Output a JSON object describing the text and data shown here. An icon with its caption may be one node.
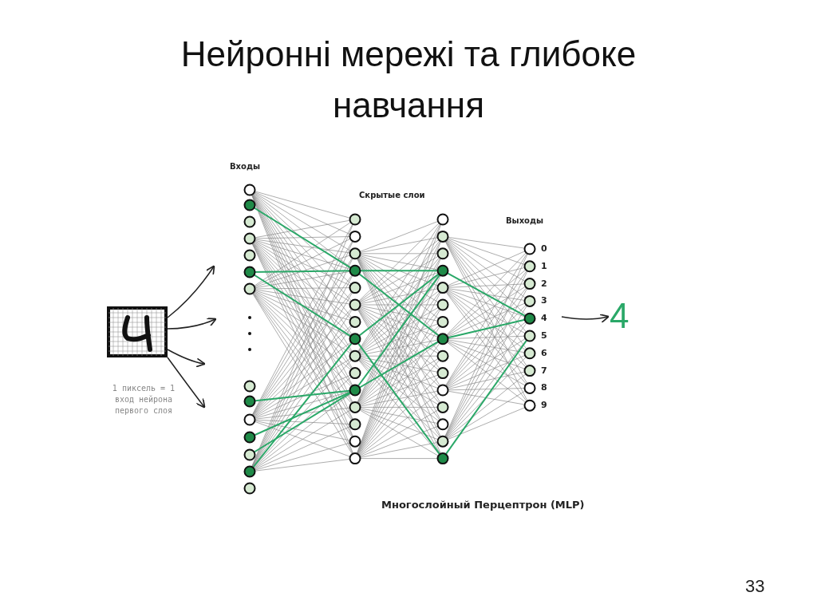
{
  "diagram": {
    "title": "Нейронні мережі та глибоке навчання",
    "nodes": [
      {
        "text": [],
        "shape": "picture",
        "beside": [
          "1 пиксель = 1 вход нейрона первого слоя"
        ]
      },
      {
        "text": [
          "4"
        ]
      }
    ],
    "edges": [
      {
        "from": 0,
        "to": null,
        "arrow": "to"
      },
      {
        "from": 0,
        "to": null,
        "arrow": "to"
      },
      {
        "from": 0,
        "to": null,
        "arrow": "to"
      },
      {
        "from": 0,
        "to": null,
        "arrow": "to"
      },
      {
        "from": null,
        "to": 1,
        "arrow": "to"
      }
    ],
    "labels": [
      "Входы",
      "Скрытые слои",
      "Выходы",
      "0",
      "1",
      "2",
      "3",
      "4",
      "5",
      "6",
      "7",
      "8",
      "9",
      "Многослойный Перцептрон (MLP)",
      "33"
    ]
  }
}
